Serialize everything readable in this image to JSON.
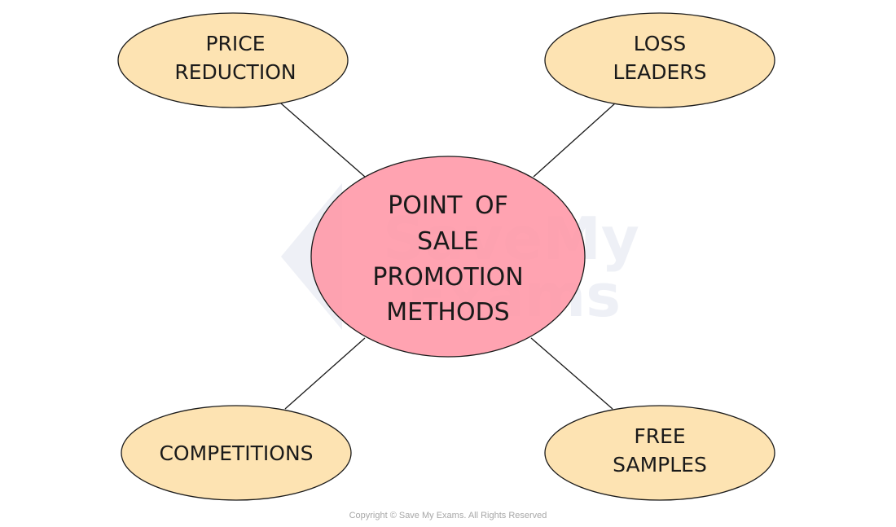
{
  "diagram": {
    "center": {
      "lines": [
        "POINT OF",
        "SALE",
        "PROMOTION",
        "METHODS"
      ],
      "fill": "#ff96a6"
    },
    "nodes": [
      {
        "id": "price-reduction",
        "lines": [
          "PRICE",
          "REDUCTION"
        ]
      },
      {
        "id": "loss-leaders",
        "lines": [
          "LOSS",
          "LEADERS"
        ]
      },
      {
        "id": "competitions",
        "lines": [
          "COMPETITIONS"
        ]
      },
      {
        "id": "free-samples",
        "lines": [
          "FREE",
          "SAMPLES"
        ]
      }
    ],
    "node_fill": "#fde3b2",
    "stroke": "#1a1a1a"
  },
  "watermark": {
    "line1": "SaveMy",
    "line2": "Exams"
  },
  "footer": {
    "copyright": "Copyright © Save My Exams. All Rights Reserved"
  }
}
